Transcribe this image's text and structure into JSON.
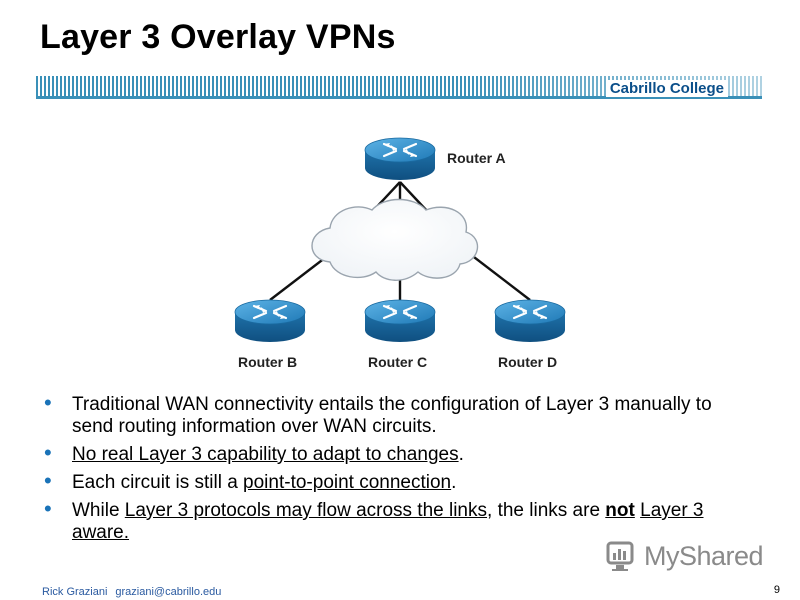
{
  "slide": {
    "title": "Layer 3 Overlay VPNs",
    "college": "Cabrillo College"
  },
  "diagram": {
    "routers": [
      {
        "id": "a",
        "label": "Router A"
      },
      {
        "id": "b",
        "label": "Router B"
      },
      {
        "id": "c",
        "label": "Router C"
      },
      {
        "id": "d",
        "label": "Router D"
      }
    ],
    "cloud_icon": "cloud-icon",
    "router_icon": "router-icon"
  },
  "bullets": [
    {
      "text": "Traditional WAN connectivity entails the configuration of Layer 3 manually to send routing information over WAN circuits."
    },
    {
      "u1": "No real Layer 3 capability to adapt to changes",
      "t2": "."
    },
    {
      "t1": "Each circuit is still a ",
      "u1": "point-to-point connection",
      "t2": "."
    },
    {
      "t1": "While ",
      "u1": "Layer 3 protocols may flow across the links",
      "t2": ", the links are ",
      "b1": "not",
      "t3": " ",
      "u2": "Layer 3 aware."
    }
  ],
  "footer": {
    "author": "Rick Graziani",
    "email": "graziani@cabrillo.edu",
    "page": "9"
  },
  "watermark": {
    "text": "MyShared",
    "icon": "myshared-logo-icon"
  },
  "colors": {
    "accent": "#3a90b8",
    "college_text": "#0b4f8a",
    "router_blue": "#2a87c4",
    "bullet": "#1a73b8"
  }
}
